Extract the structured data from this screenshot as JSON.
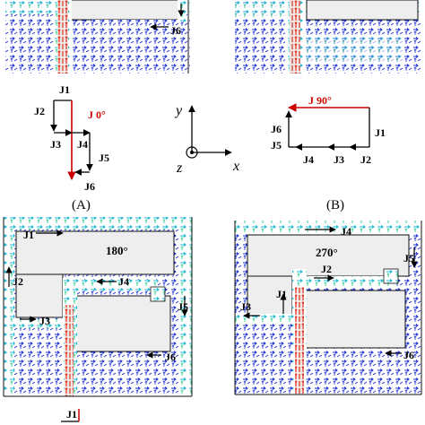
{
  "panels": {
    "A": {
      "label": "(A)"
    },
    "B": {
      "label": "(B)"
    }
  },
  "diagram_A": {
    "phase": "J 0°",
    "currents": [
      "J1",
      "J2",
      "J3",
      "J4",
      "J5",
      "J6"
    ]
  },
  "diagram_B": {
    "phase": "J 90°",
    "currents": [
      "J6",
      "J1",
      "J5",
      "J4",
      "J3",
      "J2"
    ]
  },
  "axes": {
    "y": "y",
    "x": "x",
    "z": "z"
  },
  "plot_top_left": {
    "labels": [
      "J6"
    ]
  },
  "plot_top_right": {
    "labels": []
  },
  "plot_bottom_left": {
    "phase": "180°",
    "labels": [
      "J1",
      "J2",
      "J3",
      "J4",
      "J5",
      "J6"
    ]
  },
  "plot_bottom_right": {
    "phase": "270°",
    "labels": [
      "J4",
      "J2",
      "J1",
      "J3",
      "J5",
      "J6"
    ]
  },
  "bottom_fragment": {
    "label": "J1"
  },
  "colors": {
    "field_low": "#1a2fd0",
    "field_mid": "#29c9d8",
    "field_high": "#e5302a",
    "patch_fill": "#eeeeee",
    "red_label": "#cc0000"
  }
}
